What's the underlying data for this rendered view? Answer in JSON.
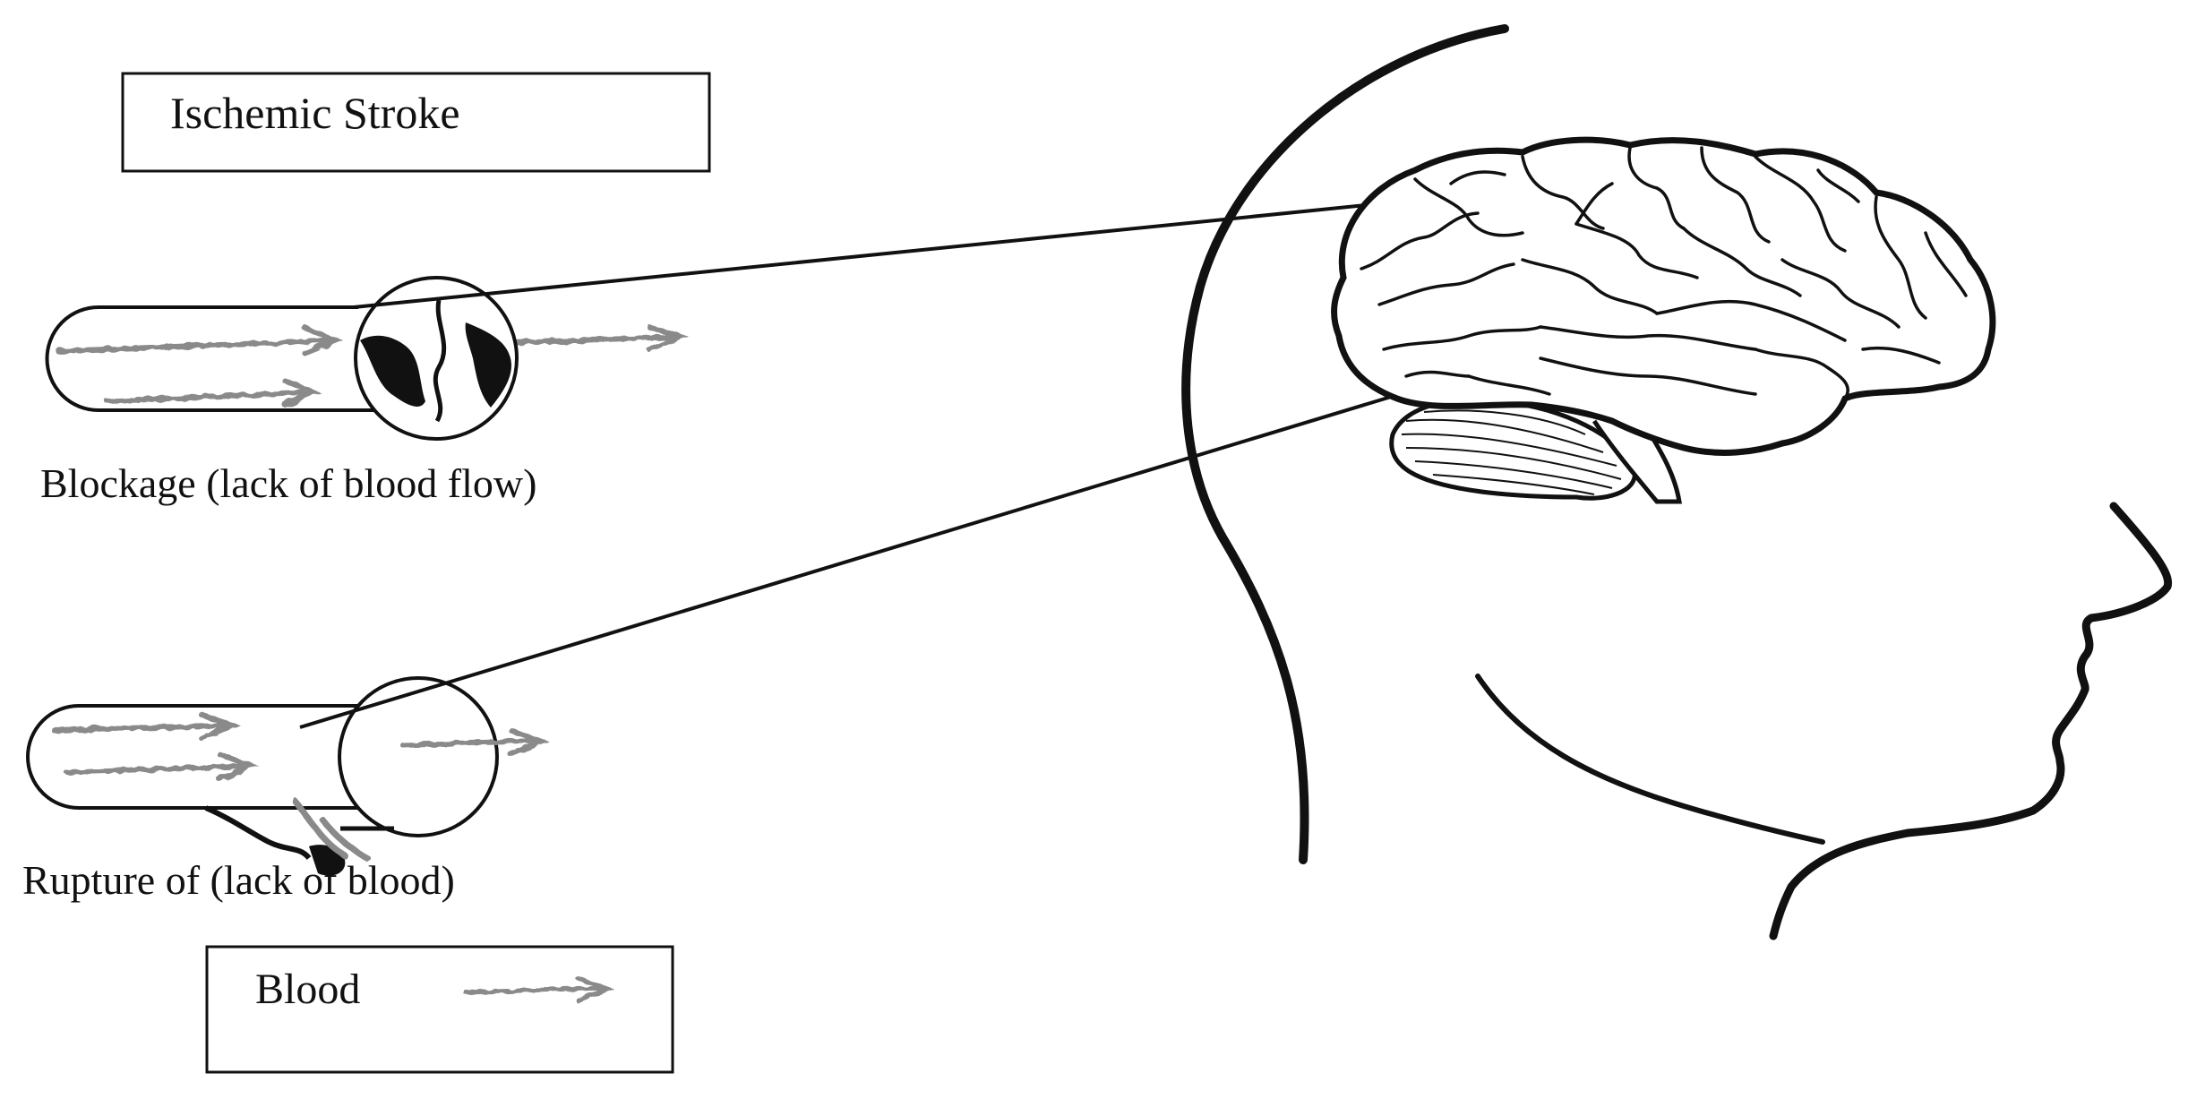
{
  "title_box": {
    "text": "Ischemic Stroke"
  },
  "vessel_blockage": {
    "caption": "Blockage (lack of blood flow)"
  },
  "vessel_rupture": {
    "caption": "Rupture of (lack of blood)"
  },
  "legend": {
    "label": "Blood",
    "symbol": "blood-arrow-icon"
  },
  "colors": {
    "ink": "#111111",
    "blood_arrow": "#8a8a8a",
    "background": "#ffffff"
  }
}
